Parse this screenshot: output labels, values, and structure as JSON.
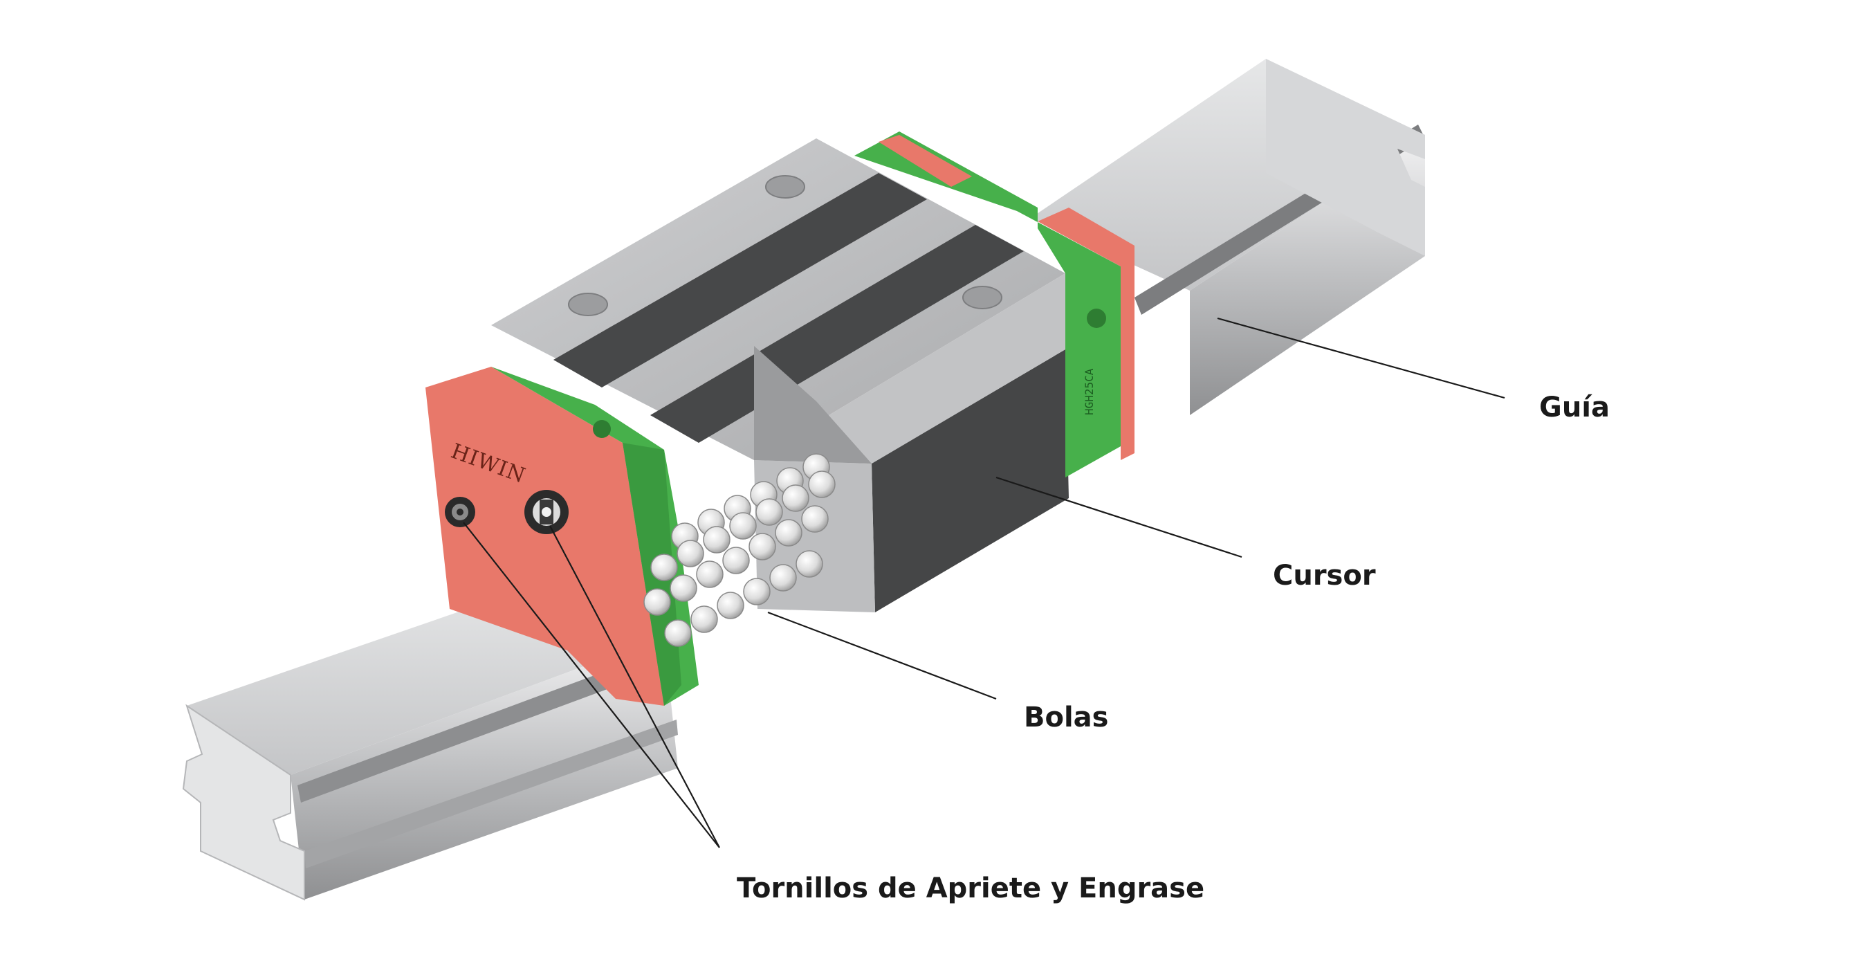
{
  "labels": {
    "guia": "Guía",
    "cursor": "Cursor",
    "bolas": "Bolas",
    "tornillos": "Tornillos de Apriete y Engrase"
  },
  "markings": {
    "brand": "HIWIN",
    "model": "HGH25CA"
  },
  "colors": {
    "rail": "#c9cacc",
    "block_light": "#b8b9bb",
    "block_dark": "#454647",
    "end_cap": "#e8786a",
    "seal": "#47b04b",
    "ball": "#eeeeee",
    "leader": "#1a1a1a",
    "label": "#1a1a1a"
  }
}
